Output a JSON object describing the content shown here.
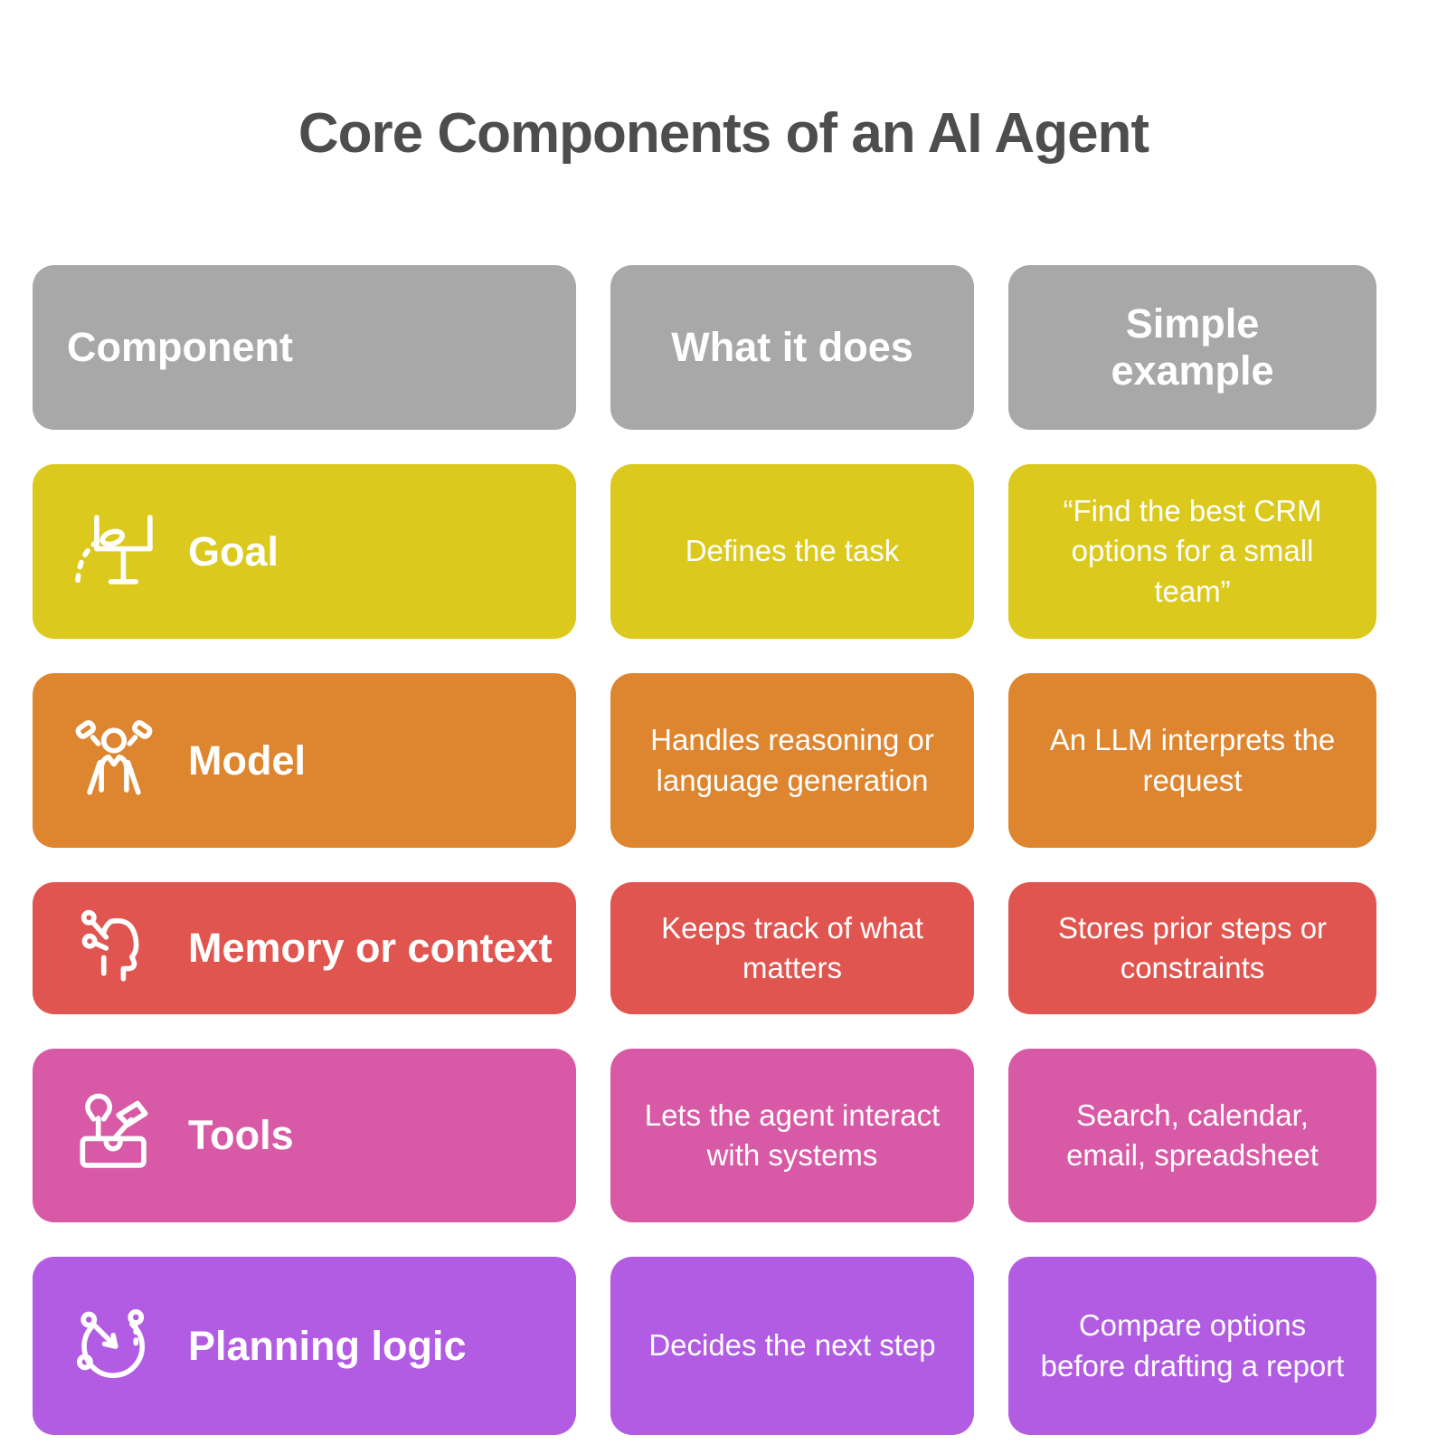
{
  "title": "Core Components of an AI Agent",
  "colors": {
    "title_text": "#4d4d4d",
    "header_bg": "#a8a8a8",
    "card_text": "#ffffff"
  },
  "table": {
    "headers": [
      {
        "label": "Component"
      },
      {
        "label": "What it does"
      },
      {
        "label": "Simple example"
      }
    ],
    "rows": [
      {
        "component": "Goal",
        "icon": "goalpost-icon",
        "what_it_does": "Defines the task",
        "example": "“Find the best CRM options for a small team”",
        "color": "#dcc91d"
      },
      {
        "component": "Model",
        "icon": "fashion-model-icon",
        "what_it_does": "Handles reasoning or language generation",
        "example": "An LLM interprets the request",
        "color": "#de8530"
      },
      {
        "component": "Memory or context",
        "icon": "mind-circuit-icon",
        "what_it_does": "Keeps track of what matters",
        "example": "Stores prior steps or constraints",
        "color": "#e0554f"
      },
      {
        "component": "Tools",
        "icon": "toolbox-icon",
        "what_it_does": "Lets the agent interact with systems",
        "example": "Search, calendar, email, spreadsheet",
        "color": "#d85aa6"
      },
      {
        "component": "Planning logic",
        "icon": "route-plan-icon",
        "what_it_does": "Decides the next step",
        "example": "Compare options before drafting a report",
        "color": "#b15ce2"
      }
    ]
  }
}
